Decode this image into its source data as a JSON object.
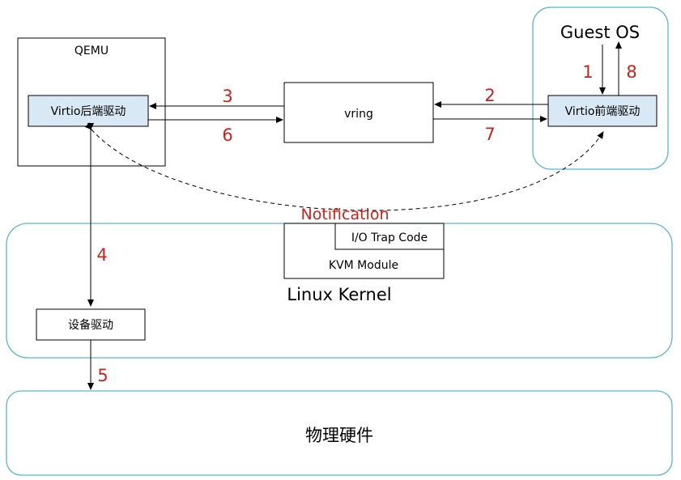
{
  "guest_os": {
    "title": "Guest OS",
    "frontend_driver": "Virtio前端驱动"
  },
  "qemu": {
    "title": "QEMU",
    "backend_driver": "Virtio后端驱动"
  },
  "vring": {
    "label": "vring"
  },
  "kernel": {
    "title": "Linux Kernel",
    "kvm_module": "KVM Module",
    "io_trap_code": "I/O Trap Code",
    "device_driver": "设备驱动"
  },
  "hardware": {
    "label": "物理硬件"
  },
  "notification": {
    "label": "Notification"
  },
  "steps": {
    "s1": "1",
    "s2": "2",
    "s3": "3",
    "s4": "4",
    "s5": "5",
    "s6": "6",
    "s7": "7",
    "s8": "8"
  },
  "colors": {
    "teal_border": "#5bb8c8",
    "driver_fill": "#d9e8f5",
    "step_red": "#d0201a",
    "notification_red": "#d0201a"
  }
}
